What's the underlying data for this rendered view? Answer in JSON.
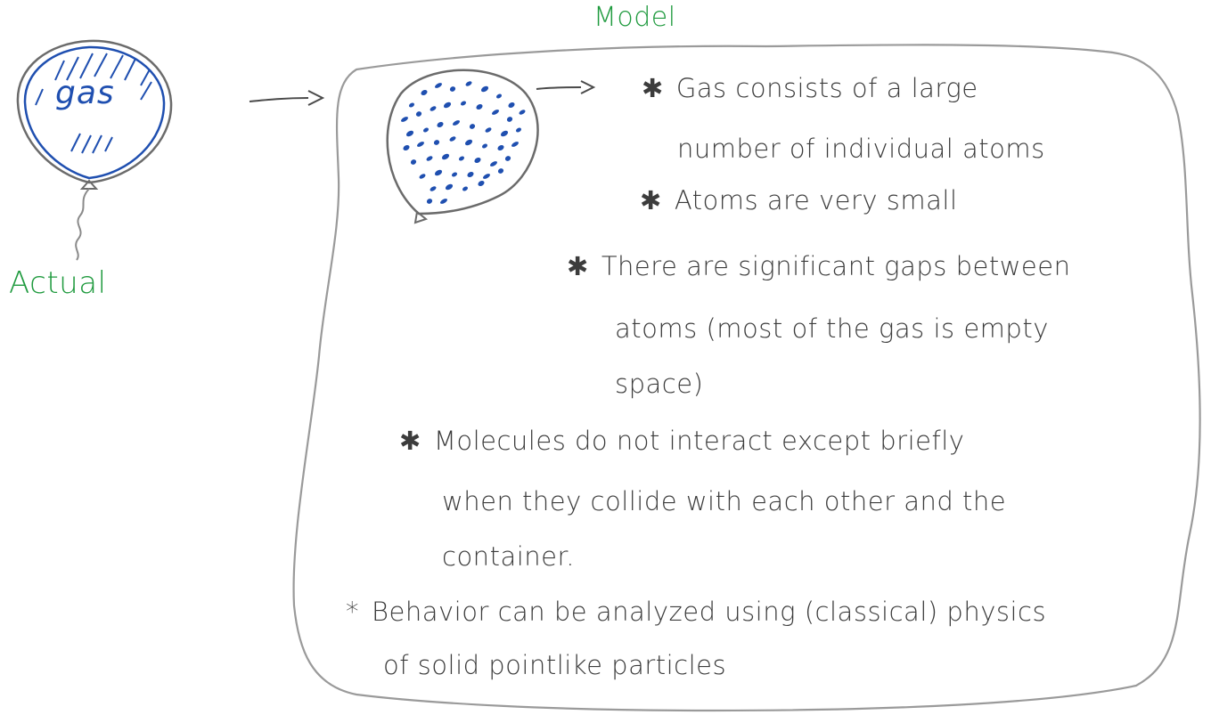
{
  "labels": {
    "model": "Model",
    "actual": "Actual",
    "gas": "gas"
  },
  "bullets": [
    {
      "star": "✱",
      "lines": [
        "Gas consists of a large",
        "number of individual atoms"
      ]
    },
    {
      "star": "✱",
      "lines": [
        "Atoms are very small"
      ]
    },
    {
      "star": "✱",
      "lines": [
        "There are significant gaps between",
        "atoms (most of the gas is empty",
        "space)"
      ]
    },
    {
      "star": "✱",
      "lines": [
        "Molecules do not interact except briefly",
        "when they collide with each other and the",
        "container."
      ]
    },
    {
      "star": "*",
      "lines": [
        "Behavior can be analyzed using (classical) physics",
        "of solid pointlike particles"
      ]
    }
  ],
  "colors": {
    "ink": "#3c3c3c",
    "green": "#1f9a3e",
    "blue": "#1f4fb0"
  }
}
